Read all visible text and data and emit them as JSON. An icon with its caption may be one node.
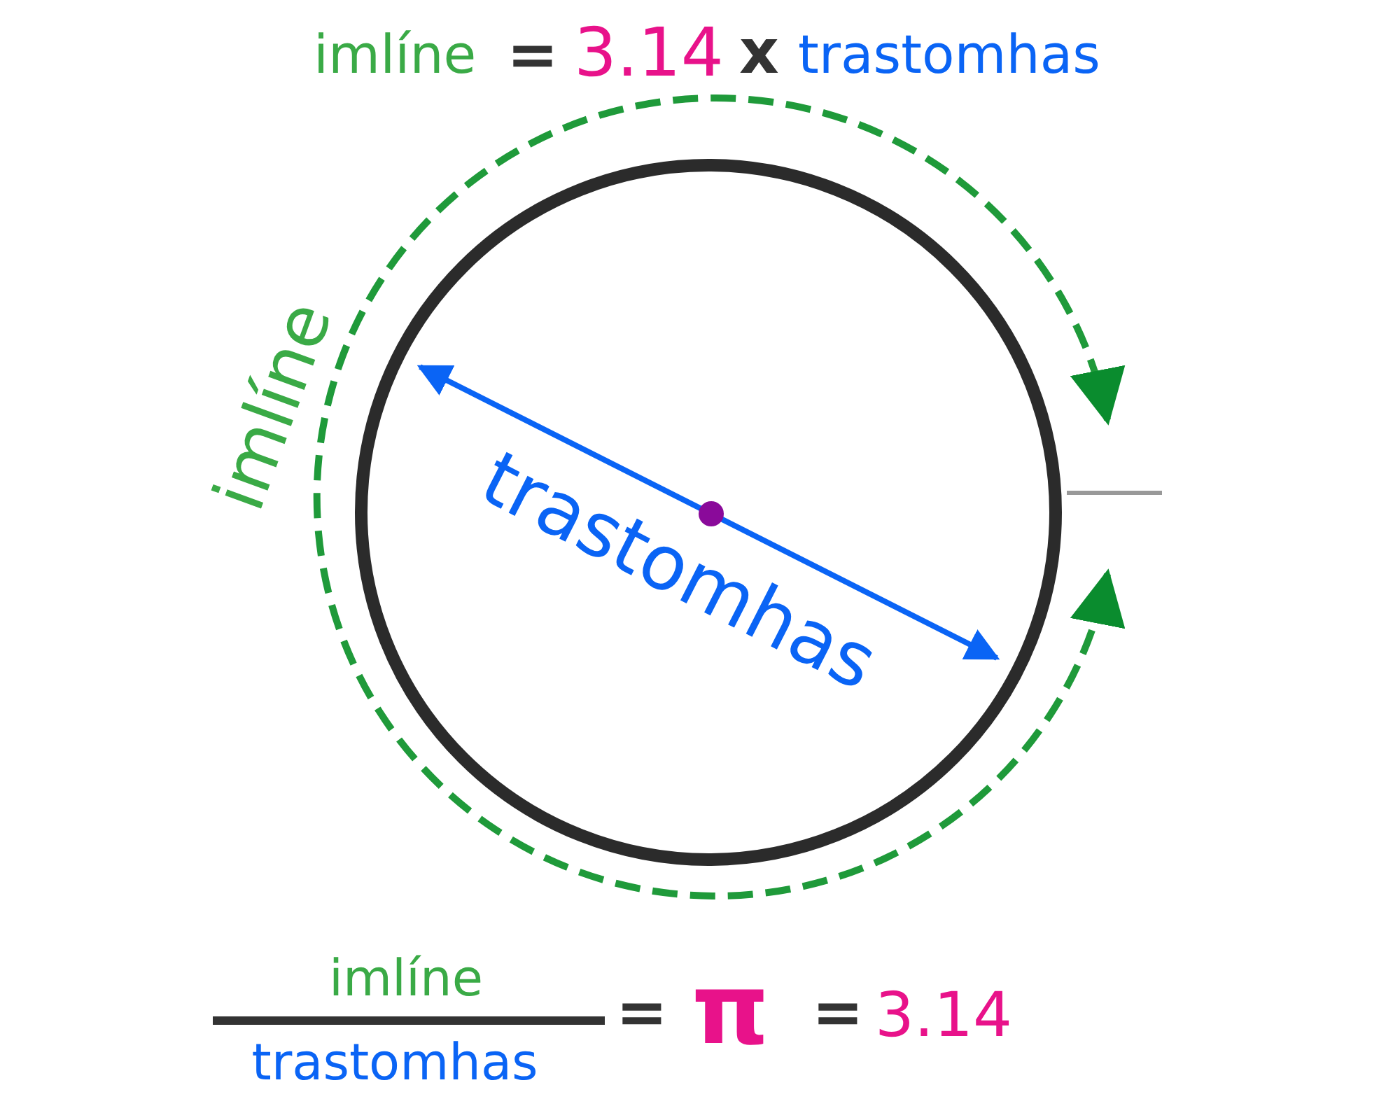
{
  "diagram": {
    "labels": [
      "imlíne",
      "=",
      "3.14",
      "x",
      "trastomhas",
      "imlíne",
      "trastomhas",
      "imlíne",
      "trastomhas",
      "=",
      "π",
      "=",
      "3.14"
    ]
  }
}
